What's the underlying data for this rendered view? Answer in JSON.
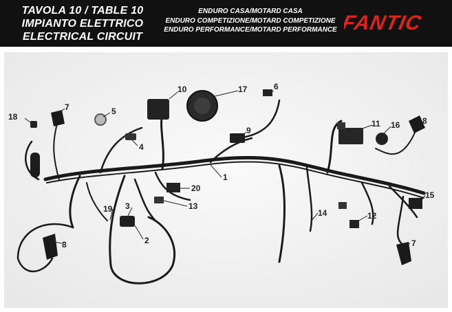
{
  "header": {
    "title_lines": [
      "TAVOLA 10  /  TABLE 10",
      "IMPIANTO ELETTRICO",
      "ELECTRICAL CIRCUIT"
    ],
    "model_lines": [
      "ENDURO CASA/MOTARD CASA",
      "ENDURO COMPETIZIONE/MOTARD COMPETIZIONE",
      "ENDURO PERFORMANCE/MOTARD PERFORMANCE"
    ],
    "brand": "FANTIC",
    "brand_color": "#e2231a"
  },
  "callouts": {
    "c1": "1",
    "c2": "2",
    "c3": "3",
    "c4": "4",
    "c5": "5",
    "c6": "6",
    "c7a": "7",
    "c7b": "7",
    "c8a": "8",
    "c8b": "8",
    "c9": "9",
    "c10": "10",
    "c11": "11",
    "c12": "12",
    "c13": "13",
    "c14": "14",
    "c15": "15",
    "c16": "16",
    "c17": "17",
    "c18": "18",
    "c19": "19",
    "c20": "20"
  }
}
